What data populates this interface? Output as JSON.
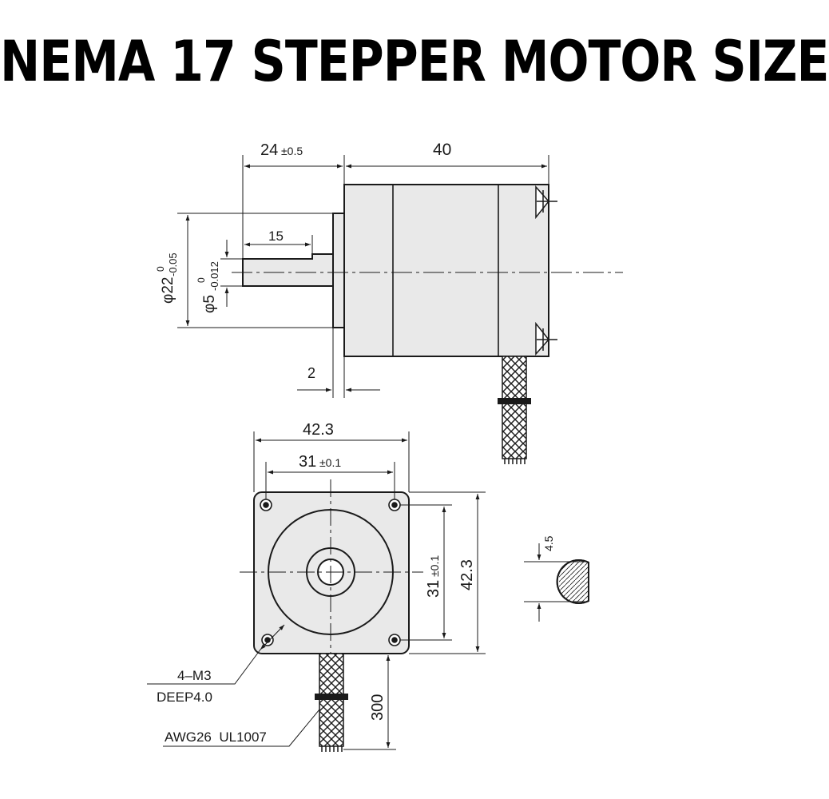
{
  "title": "NEMA 17 STEPPER MOTOR SIZE",
  "colors": {
    "body_fill": "#e9e9e9",
    "line": "#1a1a1a",
    "background": "#ffffff"
  },
  "side_view": {
    "shaft_extension": "24",
    "shaft_extension_tol": "±0.5",
    "body_length": "40",
    "flat_length": "15",
    "boss_height": "2",
    "boss_diameter_prefix": "φ22",
    "boss_tol_upper": "0",
    "boss_tol_lower": "-0.05",
    "shaft_diameter_prefix": "φ5",
    "shaft_tol_upper": "0",
    "shaft_tol_lower": "-0.012"
  },
  "front_view": {
    "width": "42.3",
    "hole_spacing": "31",
    "hole_spacing_tol": "±0.1",
    "height": "42.3",
    "hole_spacing_v": "31",
    "hole_spacing_v_tol": "±0.1",
    "mount_holes": "4–M3",
    "mount_depth": "DEEP4.0",
    "cable_spec": "AWG26  UL1007",
    "cable_length": "300"
  },
  "shaft_section": {
    "flat_depth": "4.5"
  }
}
